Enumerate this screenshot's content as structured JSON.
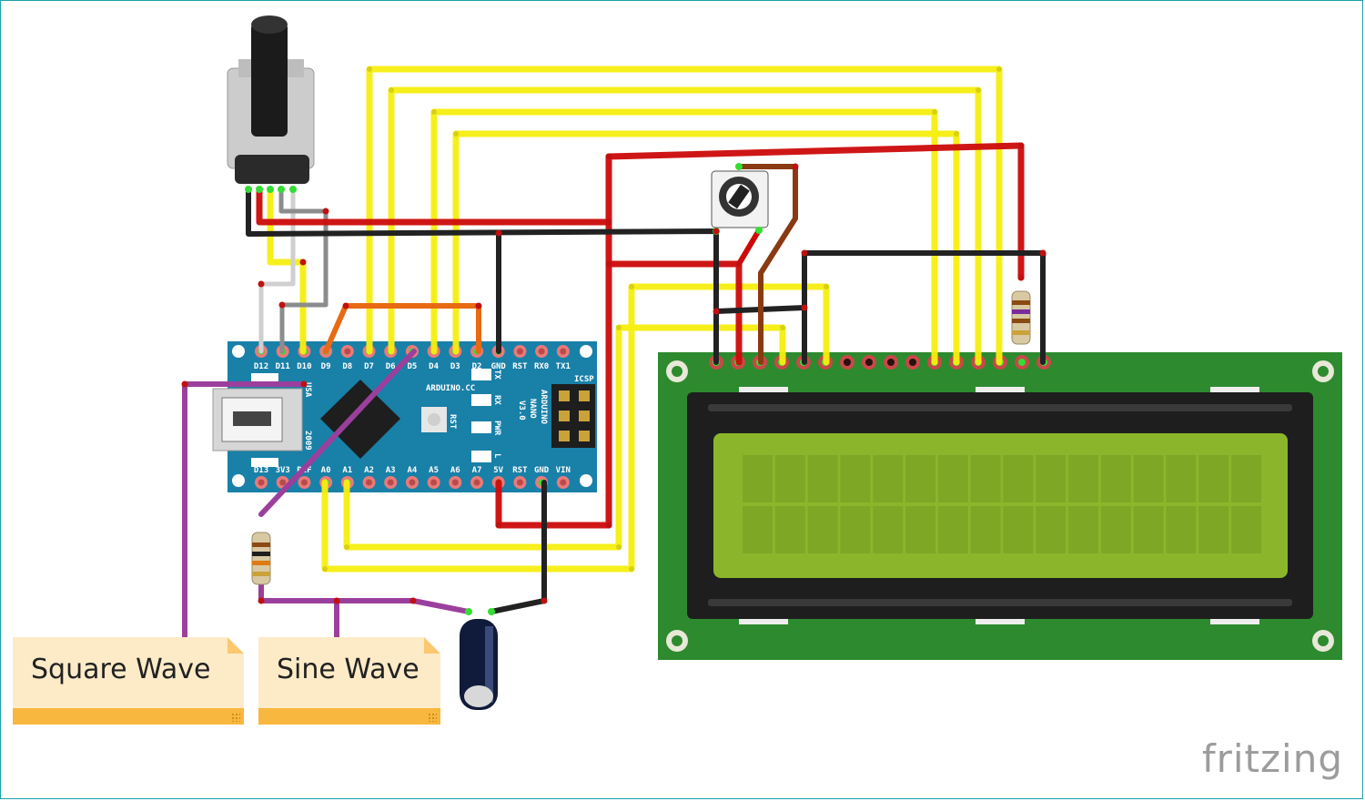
{
  "notes": {
    "square_wave": "Square Wave",
    "sine_wave": "Sine Wave"
  },
  "watermark": "fritzing",
  "arduino": {
    "top_pins": [
      "D12",
      "D11",
      "D10",
      "D9",
      "D8",
      "D7",
      "D6",
      "D5",
      "D4",
      "D3",
      "D2",
      "GND",
      "RST",
      "RX0",
      "TX1"
    ],
    "bottom_pins": [
      "D13",
      "3V3",
      "REF",
      "A0",
      "A1",
      "A2",
      "A3",
      "A4",
      "A5",
      "A6",
      "A7",
      "5V",
      "RST",
      "GND",
      "VIN"
    ],
    "brand": "ARDUINO.CC",
    "model_lines": [
      "ARDUINO",
      "NANO",
      "V3.0"
    ],
    "rst_label": "RST",
    "icsp_label": "ICSP",
    "led_labels": [
      "TX",
      "RX",
      "PWR",
      "L"
    ],
    "year": "2009",
    "usa": "USA"
  },
  "colors": {
    "yellow_wire": "#f5ee0f",
    "red_wire": "#cc0a0a",
    "black_wire": "#222222",
    "purple_wire": "#9b3f9c",
    "orange_wire": "#e86a12",
    "brown_wire": "#8a3a12",
    "gray_wire": "#8c8c8c",
    "arduino_board": "#1980a8",
    "lcd_pcb": "#2d8a2e",
    "lcd_screen": "#8bb62c",
    "note_bg": "#fdebc8",
    "note_bar": "#f8b73e"
  }
}
